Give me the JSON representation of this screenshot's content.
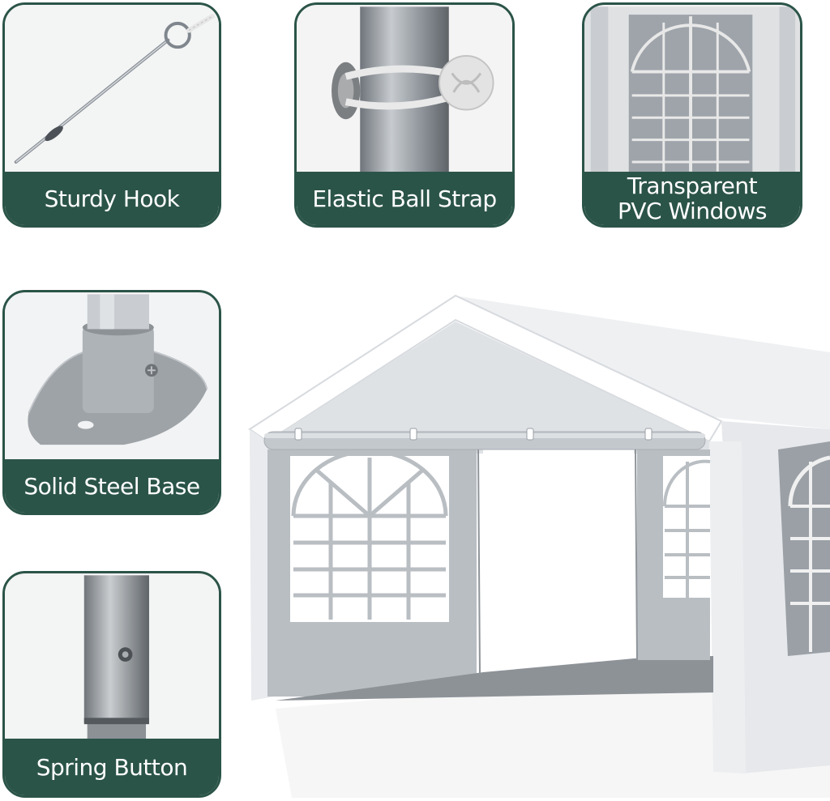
{
  "features": [
    {
      "id": "hook",
      "label": "Sturdy Hook",
      "icon": "ground-stake-icon"
    },
    {
      "id": "strap",
      "label": "Elastic Ball Strap",
      "icon": "ball-bungee-icon"
    },
    {
      "id": "windows",
      "label_lines": [
        "Transparent",
        "PVC Windows"
      ],
      "icon": "window-panel-icon"
    },
    {
      "id": "base",
      "label": "Solid Steel Base",
      "icon": "steel-base-plate-icon"
    },
    {
      "id": "button",
      "label": "Spring Button",
      "icon": "spring-button-pole-icon"
    }
  ],
  "colors": {
    "brand_green": "#2b5448",
    "label_text": "#ffffff",
    "card_bg": "#f2f2f2",
    "canopy": "#e9ebee",
    "canopy_shadow": "#cfd3d8"
  },
  "hero": {
    "icon": "party-tent-icon"
  }
}
